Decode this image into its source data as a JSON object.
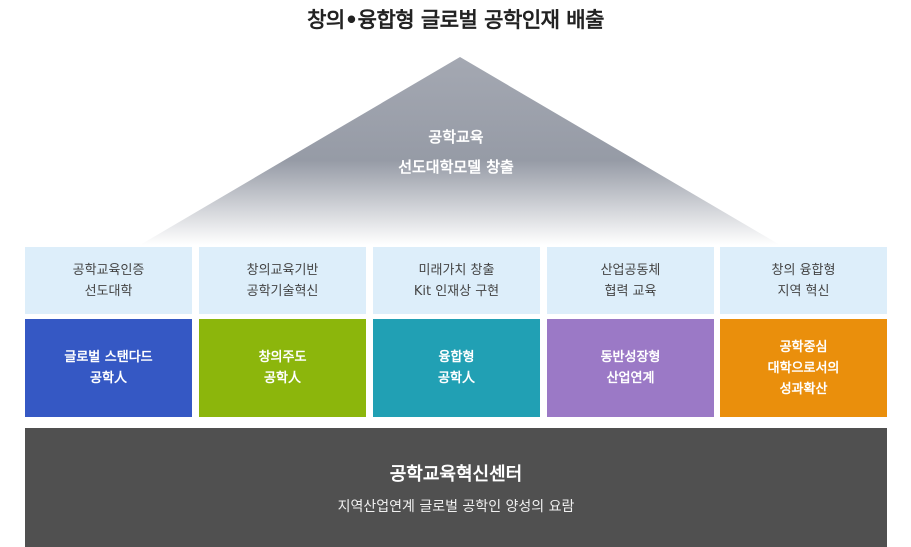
{
  "title": "창의•융합형 글로벌 공학인재 배출",
  "roof": {
    "line1": "공학교육",
    "line2": "선도대학모델 창출"
  },
  "pillars": [
    {
      "top1": "공학교육인증",
      "top2": "선도대학",
      "bottom1": "글로벌 스탠다드",
      "bottom2": "공학人",
      "bottom3": "",
      "color": "#3558c4"
    },
    {
      "top1": "창의교육기반",
      "top2": "공학기술혁신",
      "bottom1": "창의주도",
      "bottom2": "공학人",
      "bottom3": "",
      "color": "#8cb60c"
    },
    {
      "top1": "미래가치 창출",
      "top2": "Kit 인재상 구현",
      "bottom1": "융합형",
      "bottom2": "공학人",
      "bottom3": "",
      "color": "#21a0b4"
    },
    {
      "top1": "산업공동체",
      "top2": "협력 교육",
      "bottom1": "동반성장형",
      "bottom2": "산업연계",
      "bottom3": "",
      "color": "#9b79c6"
    },
    {
      "top1": "창의 융합형",
      "top2": "지역 혁신",
      "bottom1": "공학중심",
      "bottom2": "대학으로서의",
      "bottom3": "성과확산",
      "color": "#ea8f0c"
    }
  ],
  "base": {
    "title": "공학교육혁신센터",
    "subtitle": "지역산업연계 글로벌 공학인 양성의 요람"
  }
}
